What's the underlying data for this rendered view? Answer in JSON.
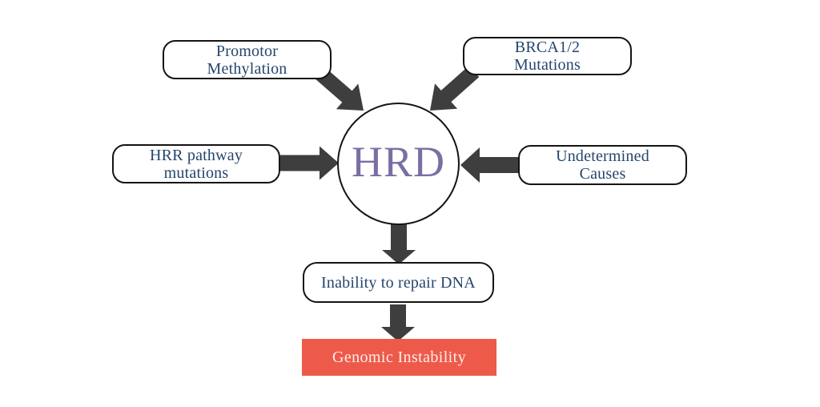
{
  "diagram": {
    "center": {
      "label": "HRD",
      "text_color": "#7B6EA3"
    },
    "causes": [
      {
        "id": "promotor-methylation",
        "line1": "Promotor",
        "line2": "Methylation"
      },
      {
        "id": "brca-mutations",
        "line1": "BRCA1/2",
        "line2": "Mutations"
      },
      {
        "id": "hrr-pathway-mutations",
        "line1": "HRR pathway",
        "line2": "mutations"
      },
      {
        "id": "undetermined-causes",
        "line1": "Undetermined",
        "line2": "Causes"
      }
    ],
    "effects": [
      {
        "id": "inability-to-repair-dna",
        "label": "Inability to repair DNA"
      },
      {
        "id": "genomic-instability",
        "label": "Genomic Instability",
        "bg": "#EE5A4A",
        "text_color": "#FDEFEB"
      }
    ],
    "colors": {
      "arrow": "#3E3E3E",
      "node_border": "#141414",
      "node_text": "#25456D",
      "background": "#FFFFFF"
    }
  }
}
